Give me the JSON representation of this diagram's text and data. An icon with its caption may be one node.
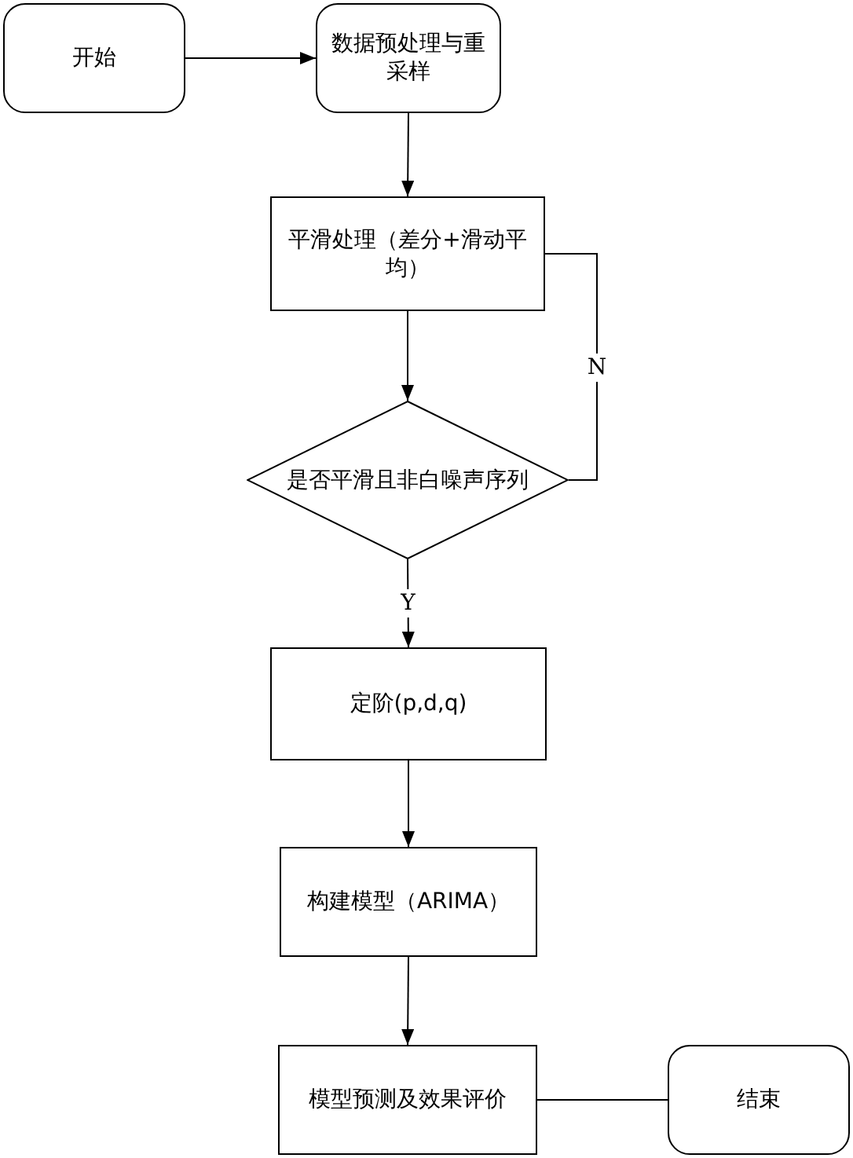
{
  "diagram": {
    "nodes": [
      {
        "text": [
          "开始"
        ]
      },
      {
        "text": [
          "数据预处理与重采样"
        ]
      },
      {
        "text": [
          "平滑处理（差分+滑动平均）"
        ]
      },
      {
        "text": [
          "是否平滑且非白噪声序列"
        ]
      },
      {
        "text": [
          "定阶(p,d,q)"
        ]
      },
      {
        "text": [
          "构建模型（ARIMA）"
        ]
      },
      {
        "text": [
          "模型预测及效果评价"
        ]
      },
      {
        "text": [
          "结束"
        ]
      }
    ],
    "edges": [
      {
        "from": 0,
        "to": 1,
        "arrow": "to"
      },
      {
        "from": 1,
        "to": 2,
        "arrow": "to"
      },
      {
        "from": 2,
        "to": 3,
        "arrow": "to"
      },
      {
        "from": 3,
        "to": 2,
        "arrow": "none",
        "label": "N"
      },
      {
        "from": 3,
        "to": 4,
        "arrow": "to",
        "label": "Y"
      },
      {
        "from": 4,
        "to": 5,
        "arrow": "to"
      },
      {
        "from": 5,
        "to": 6,
        "arrow": "to"
      },
      {
        "from": 6,
        "to": 7,
        "arrow": "none"
      }
    ]
  }
}
